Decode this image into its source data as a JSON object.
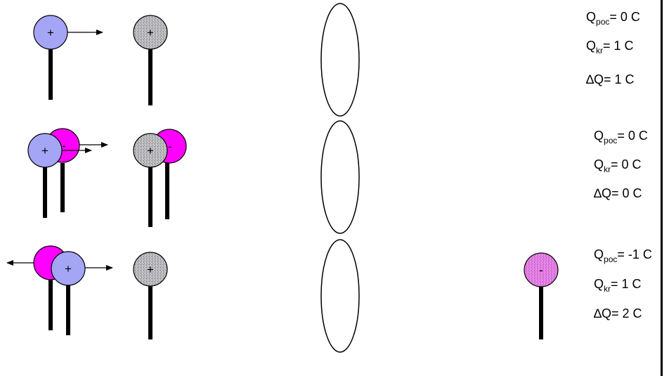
{
  "colors": {
    "positive_ball": "#a5a5f5",
    "negative_ball": "#ff00ff",
    "neutral_ball": "#b4b4b4",
    "negative_small_ball": "#e277e2",
    "stroke": "#000000"
  },
  "icons": [
    "positive-charge-ball",
    "negative-charge-ball",
    "neutral-ball",
    "arrow",
    "ellipse-loop"
  ],
  "signs": {
    "plus": "+",
    "minus": "-"
  },
  "rows": [
    {
      "q_poc": {
        "label": "Q",
        "sub": "poc",
        "value": "= 0 C"
      },
      "q_kr": {
        "label": "Q",
        "sub": "kr",
        "value": "= 1 C"
      },
      "dq": {
        "label": "∆Q",
        "value": "= 1 C"
      }
    },
    {
      "q_poc": {
        "label": "Q",
        "sub": "poc",
        "value": "= 0 C"
      },
      "q_kr": {
        "label": "Q",
        "sub": "kr",
        "value": "= 0 C"
      },
      "dq": {
        "label": "∆Q",
        "value": "= 0 C"
      }
    },
    {
      "q_poc": {
        "label": "Q",
        "sub": "poc",
        "value": "= -1 C"
      },
      "q_kr": {
        "label": "Q",
        "sub": "kr",
        "value": "= 1 C"
      },
      "dq": {
        "label": "∆Q",
        "value": "= 2 C"
      }
    }
  ]
}
